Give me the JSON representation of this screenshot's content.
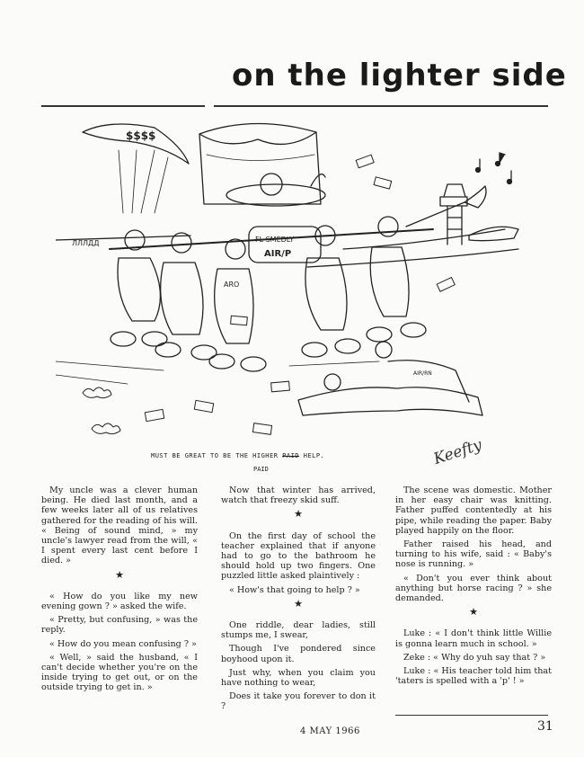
{
  "header": {
    "title": "on the lighter side"
  },
  "cartoon": {
    "caption_start": "MUST BE GREAT TO BE THE HIGHER",
    "caption_struck": "PAID",
    "caption_end": "HELP.",
    "caption_correction": "PAID",
    "signature": "Keefty",
    "sign_labels": {
      "canopy": "$$$$",
      "platform": "FL SMEDLY",
      "platform_sub": "AIR/P",
      "drummer": "ARO",
      "crawler": "AIR/RN"
    }
  },
  "columns": {
    "col1": [
      "My uncle was a clever human being. He died last month, and a few weeks later all of us relatives gathered for the reading of his will. « Being of sound mind, » my uncle's lawyer read from the will, « I spent every last cent before I died. »",
      "★",
      "« How do you like my new evening gown ? » asked the wife.",
      "« Pretty, but confusing, » was the reply.",
      "« How do you mean confusing ? »",
      "« Well, » said the husband, « I can't decide whether you're on the inside trying to get out, or on the outside trying to get in. »"
    ],
    "col2": [
      "Now that winter has arrived, watch that freezy skid suff.",
      "★",
      "On the first day of school the teacher explained that if anyone had to go to the bathroom he should hold up two fingers. One puzzled little asked plaintively :",
      "« How's that going to help ? »",
      "★",
      "One riddle, dear ladies, still stumps me, I swear,",
      "Though I've pondered since boyhood upon it.",
      "Just why, when you claim you have nothing to wear,",
      "Does it take you forever to don it ?"
    ],
    "col3": [
      "The scene was domestic. Mother in her easy chair was knitting. Father puffed contentedly at his pipe, while reading the paper. Baby played happily on the floor.",
      "Father raised his head, and turning to his wife, said : « Baby's nose is running. »",
      "« Don't you ever think about anything but horse racing ? » she demanded.",
      "★",
      "Luke : « I don't think little Willie is gonna learn much in school. »",
      "Zeke : « Why do yuh say that ? »",
      "Luke : « His teacher told him that 'taters is spelled with a 'p' ! »"
    ]
  },
  "footer": {
    "date": "4 MAY 1966",
    "page_number": "31"
  }
}
